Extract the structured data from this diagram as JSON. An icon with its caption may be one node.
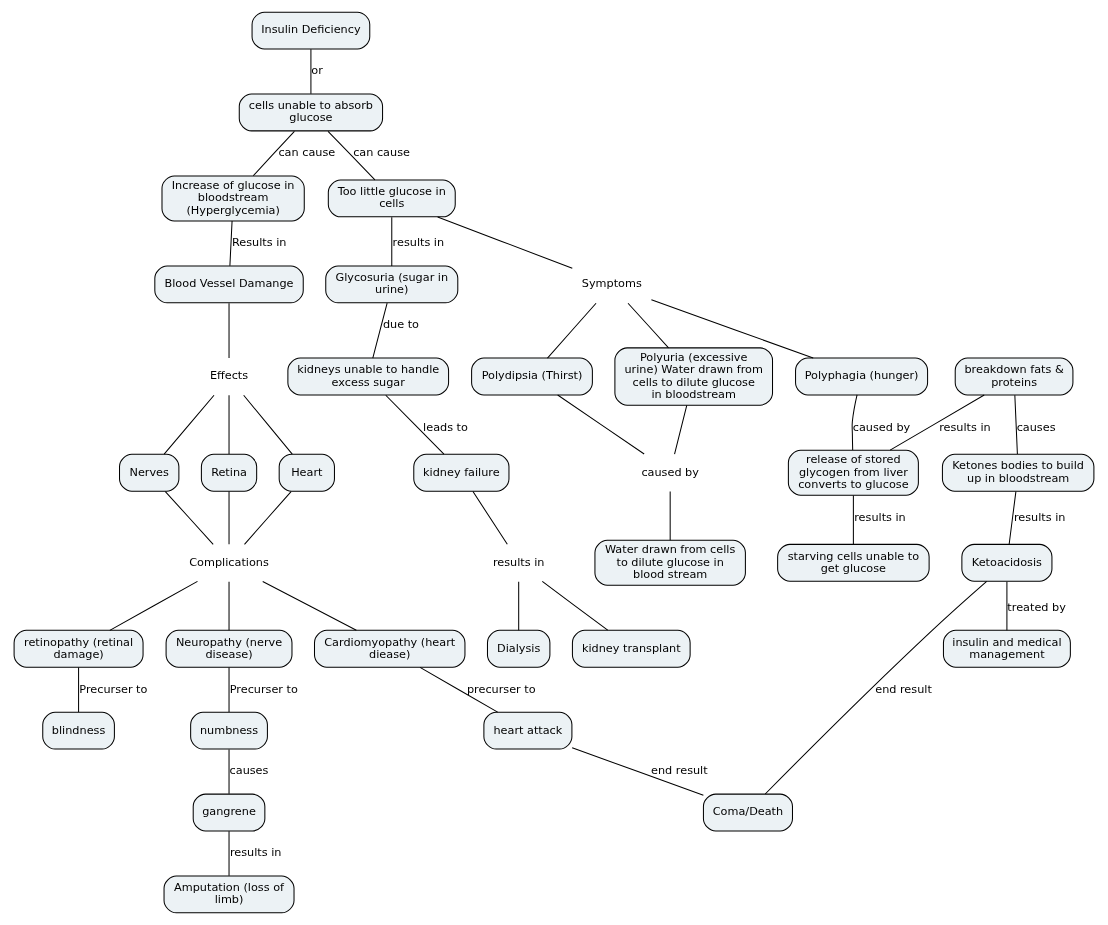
{
  "diagram": {
    "nodes": [
      {
        "text": [
          "Insulin Deficiency"
        ]
      },
      {
        "text": [
          "cells unable to absorb glucose"
        ]
      },
      {
        "text": [
          "Increase of glucose in bloodstream (Hyperglycemia)"
        ]
      },
      {
        "text": [
          "Too little glucose in cells"
        ]
      },
      {
        "text": [
          "Symptoms"
        ]
      },
      {
        "text": [
          "Glycosuria (sugar in urine)"
        ]
      },
      {
        "text": [
          "Blood Vessel Damange"
        ]
      },
      {
        "text": [
          "Effects"
        ]
      },
      {
        "text": [
          "Polyphagia (hunger)"
        ]
      },
      {
        "text": [
          "Polyuria (excessive urine) Water drawn from cells to dilute glucose in bloodstream"
        ]
      },
      {
        "text": [
          "kidneys unable to handle excess sugar"
        ]
      },
      {
        "text": [
          "Heart"
        ]
      },
      {
        "text": [
          "Nerves"
        ]
      },
      {
        "text": [
          "Retina"
        ]
      },
      {
        "text": [
          "breakdown fats & proteins"
        ]
      },
      {
        "text": [
          "Polydipsia (Thirst)"
        ]
      },
      {
        "text": [
          "Complications"
        ]
      },
      {
        "text": [
          "Cardiomyopathy (heart diease)"
        ]
      },
      {
        "text": [
          "caused by"
        ]
      },
      {
        "text": [
          "release of stored glycogen from liver converts to glucose"
        ]
      },
      {
        "text": [
          "retinopathy (retinal damage)"
        ]
      },
      {
        "text": [
          "Ketones bodies to build up in bloodstream"
        ]
      },
      {
        "text": [
          "kidney failure"
        ]
      },
      {
        "text": [
          "Neuropathy (nerve disease)"
        ]
      },
      {
        "text": [
          "results in"
        ]
      },
      {
        "text": [
          "Water drawn from cells to dilute glucose in blood stream"
        ]
      },
      {
        "text": [
          "kidney transplant"
        ]
      },
      {
        "text": [
          "Dialysis"
        ]
      },
      {
        "text": [
          "heart attack"
        ]
      },
      {
        "text": [
          "blindness"
        ]
      },
      {
        "text": [
          "numbness"
        ]
      },
      {
        "text": [
          "starving cells unable to get glucose"
        ]
      },
      {
        "text": [
          "Ketoacidosis"
        ]
      },
      {
        "text": [
          "gangrene"
        ]
      },
      {
        "text": [
          "insulin and medical management"
        ]
      },
      {
        "text": [
          "Amputation (loss of limb)"
        ]
      },
      {
        "text": [
          "Coma/Death"
        ]
      }
    ],
    "edges": [
      {
        "from": 0,
        "to": 1,
        "arrow": "none",
        "label": "or"
      },
      {
        "from": 1,
        "to": 2,
        "arrow": "none",
        "label": "can cause"
      },
      {
        "from": 1,
        "to": 3,
        "arrow": "none",
        "label": "can cause"
      },
      {
        "from": 2,
        "to": 6,
        "arrow": "none",
        "label": "Results in"
      },
      {
        "from": 3,
        "to": 4,
        "arrow": "none"
      },
      {
        "from": 3,
        "to": 5,
        "arrow": "none",
        "label": "results in"
      },
      {
        "from": 4,
        "to": 8,
        "arrow": "none"
      },
      {
        "from": 4,
        "to": 9,
        "arrow": "none"
      },
      {
        "from": 4,
        "to": 15,
        "arrow": "none"
      },
      {
        "from": 5,
        "to": 10,
        "arrow": "none",
        "label": "due to"
      },
      {
        "from": 10,
        "to": 22,
        "arrow": "none",
        "label": "leads to"
      },
      {
        "from": 22,
        "to": 24,
        "arrow": "none"
      },
      {
        "from": 24,
        "to": 26,
        "arrow": "none"
      },
      {
        "from": 24,
        "to": 27,
        "arrow": "none"
      },
      {
        "from": 6,
        "to": 7,
        "arrow": "none"
      },
      {
        "from": 7,
        "to": 11,
        "arrow": "none"
      },
      {
        "from": 7,
        "to": 12,
        "arrow": "none"
      },
      {
        "from": 7,
        "to": 13,
        "arrow": "none"
      },
      {
        "from": 11,
        "to": 16,
        "arrow": "none"
      },
      {
        "from": 12,
        "to": 16,
        "arrow": "none"
      },
      {
        "from": 13,
        "to": 16,
        "arrow": "none"
      },
      {
        "from": 16,
        "to": 17,
        "arrow": "none"
      },
      {
        "from": 16,
        "to": 23,
        "arrow": "none"
      },
      {
        "from": 16,
        "to": 20,
        "arrow": "none"
      },
      {
        "from": 17,
        "to": 28,
        "arrow": "none",
        "label": "precurser to"
      },
      {
        "from": 23,
        "to": 30,
        "arrow": "none",
        "label": "Precurser to"
      },
      {
        "from": 20,
        "to": 29,
        "arrow": "none",
        "label": "Precurser to"
      },
      {
        "from": 30,
        "to": 33,
        "arrow": "none",
        "label": "causes"
      },
      {
        "from": 33,
        "to": 35,
        "arrow": "none",
        "label": "results in"
      },
      {
        "from": 14,
        "to": 21,
        "arrow": "none",
        "label": "causes"
      },
      {
        "from": 14,
        "to": 19,
        "arrow": "none",
        "label": "results in"
      },
      {
        "from": 8,
        "to": 19,
        "arrow": "none",
        "label": "caused by"
      },
      {
        "from": 9,
        "to": 18,
        "arrow": "none"
      },
      {
        "from": 15,
        "to": 18,
        "arrow": "none"
      },
      {
        "from": 18,
        "to": 25,
        "arrow": "none"
      },
      {
        "from": 19,
        "to": 31,
        "arrow": "none",
        "label": "results in"
      },
      {
        "from": 21,
        "to": 32,
        "arrow": "none",
        "label": "results in"
      },
      {
        "from": 32,
        "to": 34,
        "arrow": "none",
        "label": "treated by"
      },
      {
        "from": 28,
        "to": 36,
        "arrow": "none",
        "label": "end result"
      },
      {
        "from": 32,
        "to": 36,
        "arrow": "none",
        "label": "end result"
      }
    ]
  }
}
